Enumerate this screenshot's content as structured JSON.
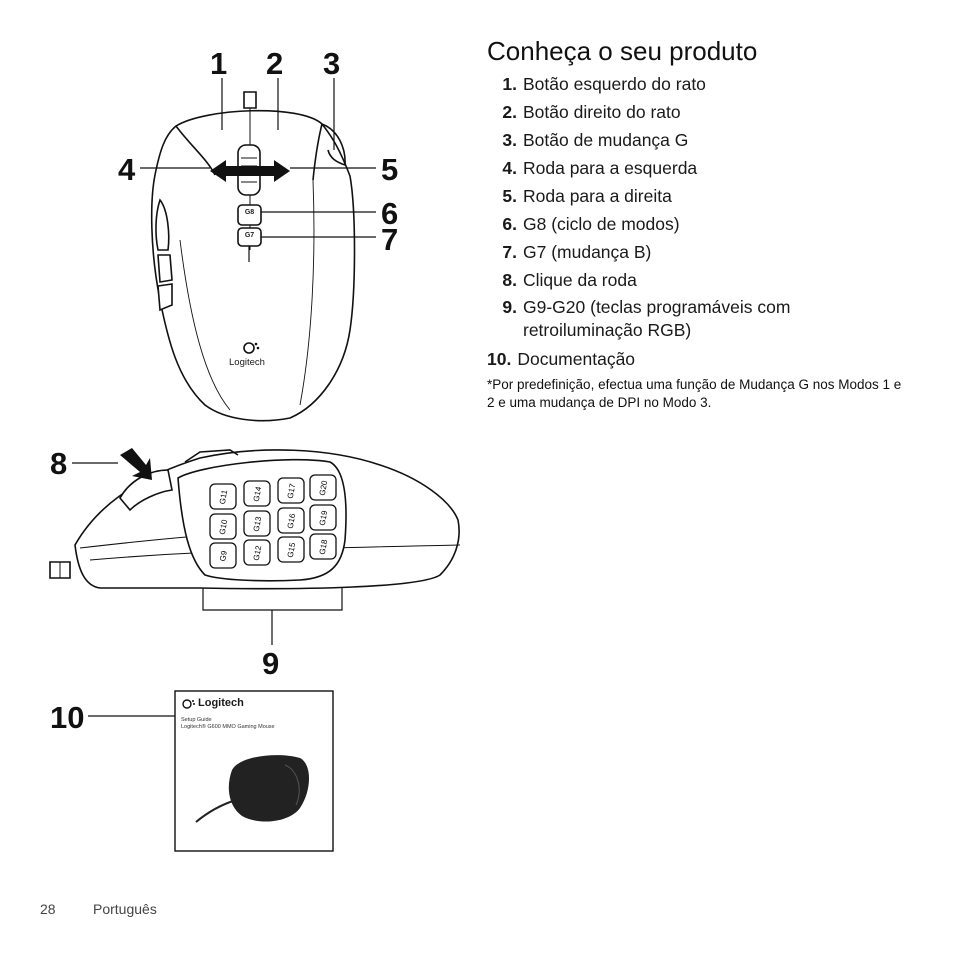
{
  "callouts": [
    "1",
    "2",
    "3",
    "4",
    "5",
    "6",
    "7",
    "8",
    "9",
    "10"
  ],
  "mouse_top": {
    "logo": "Logitech",
    "button_g8": "G8",
    "button_g7": "G7"
  },
  "side_keys": [
    "G9",
    "G10",
    "G11",
    "G12",
    "G13",
    "G14",
    "G15",
    "G16",
    "G17",
    "G18",
    "G19",
    "G20"
  ],
  "doc": {
    "logo": "Logitech",
    "line1": "Setup Guide",
    "line2": "Logitech® G600 MMO Gaming Mouse"
  },
  "heading": "Conheça o seu produto",
  "parts": [
    {
      "num": "1.",
      "text": "Botão esquerdo do rato"
    },
    {
      "num": "2.",
      "text": "Botão direito do rato"
    },
    {
      "num": "3.",
      "text": "Botão de mudança G"
    },
    {
      "num": "4.",
      "text": "Roda para a esquerda"
    },
    {
      "num": "5.",
      "text": "Roda para a direita"
    },
    {
      "num": "6.",
      "text": "G8 (ciclo de modos)"
    },
    {
      "num": "7.",
      "text": "G7 (mudança B)"
    },
    {
      "num": "8.",
      "text": "Clique da roda"
    },
    {
      "num": "9.",
      "text": "G9-G20 (teclas programáveis com retroiluminação RGB)"
    },
    {
      "num": "10.",
      "text": "Documentação"
    }
  ],
  "note": "*Por predefinição, efectua uma função de Mudança G nos Modos 1 e 2 e uma mudança de DPI no Modo 3.",
  "footer": {
    "page_number": "28",
    "language": "Português"
  }
}
